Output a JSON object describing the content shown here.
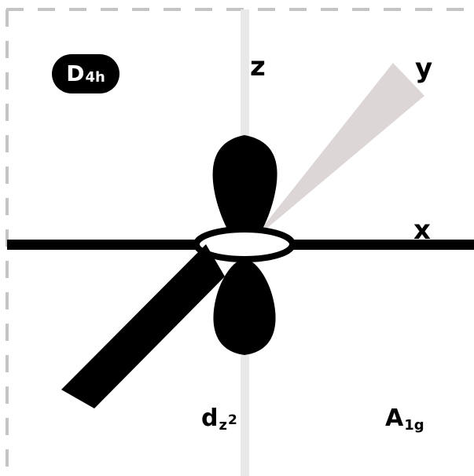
{
  "diagram": {
    "point_group": {
      "main": "D",
      "subscript": "4h"
    },
    "axes": {
      "z": "z",
      "y": "y",
      "x": "x"
    },
    "orbital": {
      "main": "d",
      "subscript": "z",
      "superscript": "2"
    },
    "symmetry_label": {
      "main": "A",
      "subscript": "1g"
    },
    "colors": {
      "lobe": "#000000",
      "z_axis": "#e8e8e8",
      "y_axis_back": "#ddd6d6",
      "frame_dash": "#c4c4c4",
      "badge": "#000000"
    }
  }
}
